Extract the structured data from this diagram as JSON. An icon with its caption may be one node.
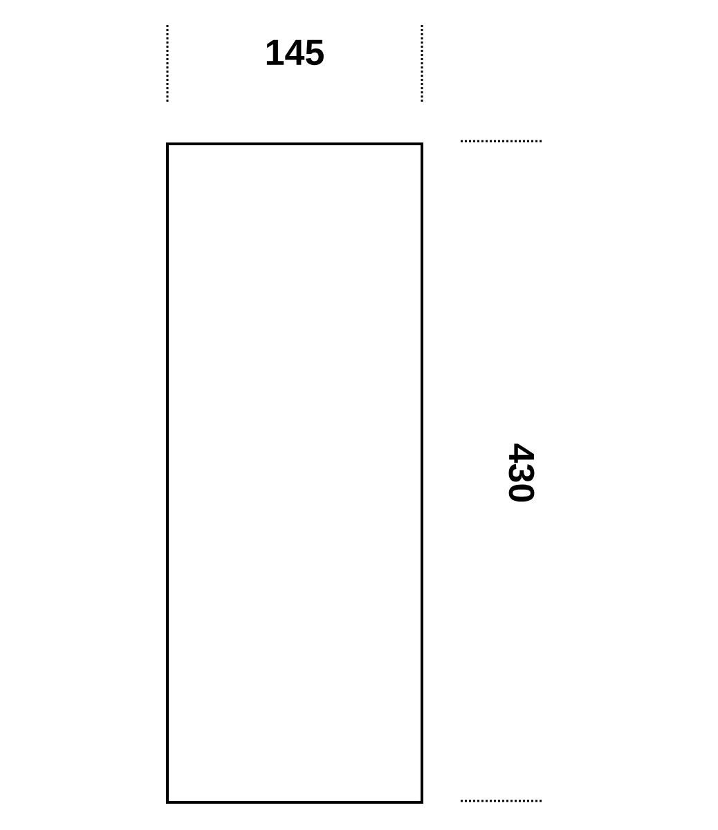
{
  "diagram": {
    "nodes": [
      {
        "text": [],
        "shape": "box"
      }
    ],
    "labels": [
      "145",
      "430"
    ]
  }
}
